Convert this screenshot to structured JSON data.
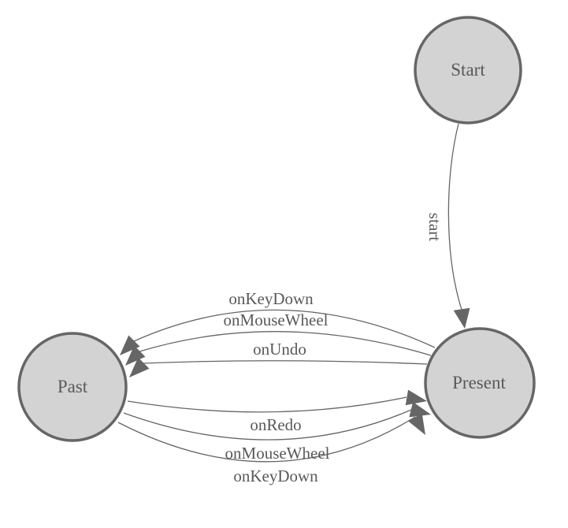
{
  "diagram": {
    "type": "state-machine",
    "background": "#ffffff",
    "colors": {
      "node_fill": "#d3d3d3",
      "node_stroke": "#666666",
      "edge_stroke": "#666666",
      "arrow_fill": "#666666",
      "label_color": "#595959"
    },
    "nodes": [
      {
        "id": "start",
        "label": "Start"
      },
      {
        "id": "past",
        "label": "Past"
      },
      {
        "id": "present",
        "label": "Present"
      }
    ],
    "edges": [
      {
        "from": "start",
        "to": "present",
        "label": "start"
      },
      {
        "from": "present",
        "to": "past",
        "label": "onKeyDown"
      },
      {
        "from": "present",
        "to": "past",
        "label": "onMouseWheel"
      },
      {
        "from": "present",
        "to": "past",
        "label": "onUndo"
      },
      {
        "from": "past",
        "to": "present",
        "label": "onRedo"
      },
      {
        "from": "past",
        "to": "present",
        "label": "onMouseWheel"
      },
      {
        "from": "past",
        "to": "present",
        "label": "onKeyDown"
      }
    ]
  }
}
